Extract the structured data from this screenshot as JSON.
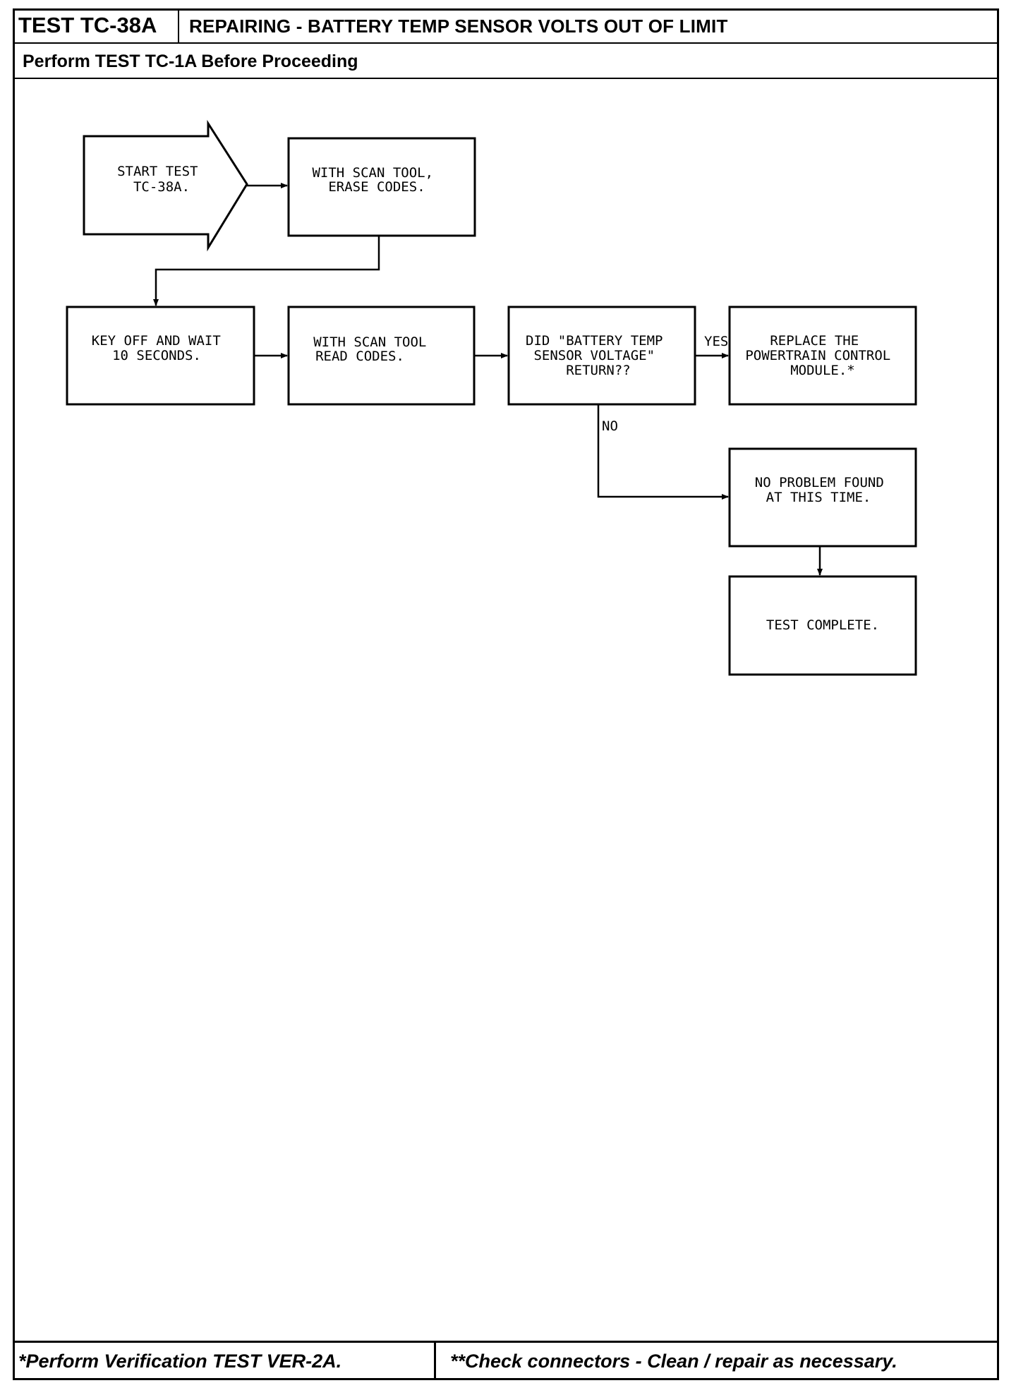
{
  "header": {
    "test_id": "TEST TC-38A",
    "title": "REPAIRING - BATTERY TEMP SENSOR VOLTS OUT OF LIMIT",
    "subtitle": "Perform TEST TC-1A Before Proceeding"
  },
  "flowchart": {
    "start": [
      "START TEST",
      "TC-38A."
    ],
    "erase_codes": [
      "WITH SCAN TOOL,",
      "ERASE CODES."
    ],
    "key_off": [
      "KEY OFF AND WAIT",
      "10 SECONDS."
    ],
    "read_codes": [
      "WITH SCAN TOOL",
      "READ CODES."
    ],
    "decision": [
      "DID \"BATTERY TEMP",
      "SENSOR VOLTAGE\"",
      "RETURN??"
    ],
    "replace_pcm": [
      "REPLACE THE",
      "POWERTRAIN CONTROL",
      "MODULE.*"
    ],
    "no_problem": [
      "NO PROBLEM FOUND",
      "AT THIS TIME."
    ],
    "test_complete": [
      "TEST COMPLETE."
    ],
    "yes_label": "YES",
    "no_label": "NO"
  },
  "footer": {
    "left": "*Perform Verification TEST VER-2A.",
    "right": "**Check connectors - Clean / repair as necessary."
  }
}
